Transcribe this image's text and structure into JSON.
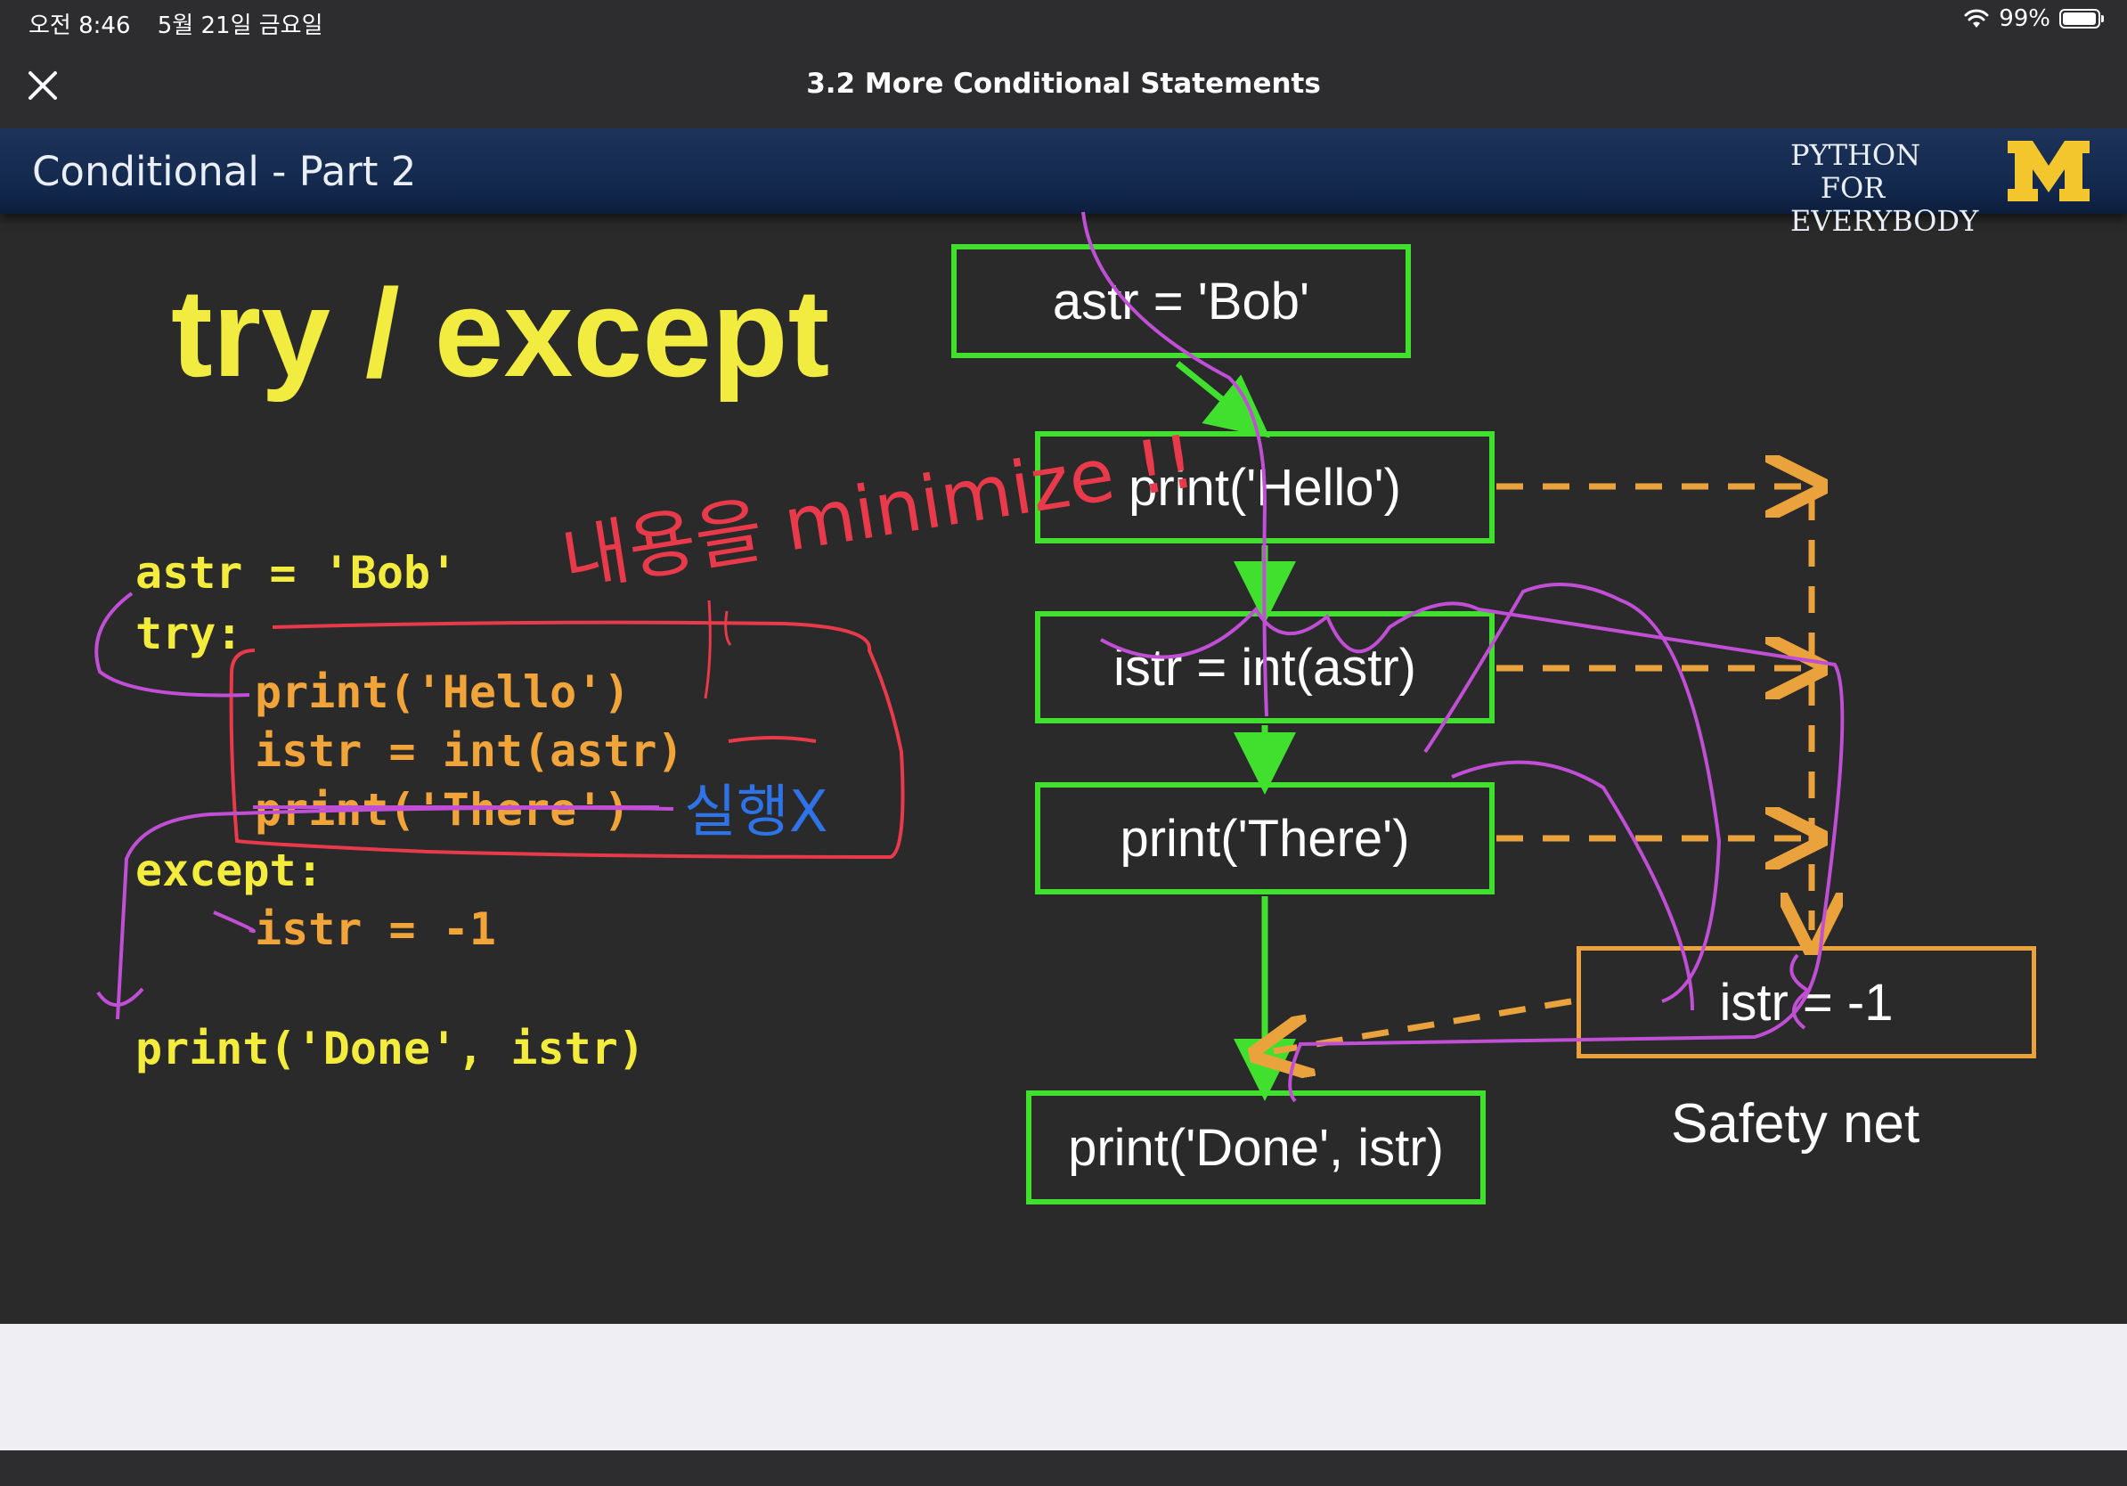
{
  "status_bar": {
    "time": "오전 8:46",
    "date": "5월 21일 금요일",
    "battery": "99%"
  },
  "nav": {
    "title": "3.2 More Conditional Statements"
  },
  "slide": {
    "header_title": "Conditional - Part 2",
    "brand_line1": "PYTHON FOR",
    "brand_line2": "EVERYBODY",
    "logo_letter": "M",
    "big_title": "try / except",
    "code_lines": [
      "astr = 'Bob'",
      "try:",
      "print('Hello')",
      "istr = int(astr)",
      "print('There')",
      "except:",
      "istr = -1",
      "print('Done', istr)"
    ],
    "flow_boxes": [
      "astr = 'Bob'",
      "print('Hello')",
      "istr = int(astr)",
      "print('There')",
      "print('Done', istr)",
      "istr = -1"
    ],
    "safety_label": "Safety net"
  },
  "annotations": {
    "red_note": "내용을 minimize !!",
    "blue_note": "실행X"
  },
  "colors": {
    "code_yellow": "#f4ec3d",
    "code_orange": "#f0a43a",
    "flow_green": "#41e02f",
    "flow_orange": "#eaa23c",
    "ink_red": "#e83a4a",
    "ink_magenta": "#c14fd6",
    "ink_blue": "#2f73e8",
    "header_navy": "#13284d",
    "logo_maize": "#f2c62c"
  }
}
